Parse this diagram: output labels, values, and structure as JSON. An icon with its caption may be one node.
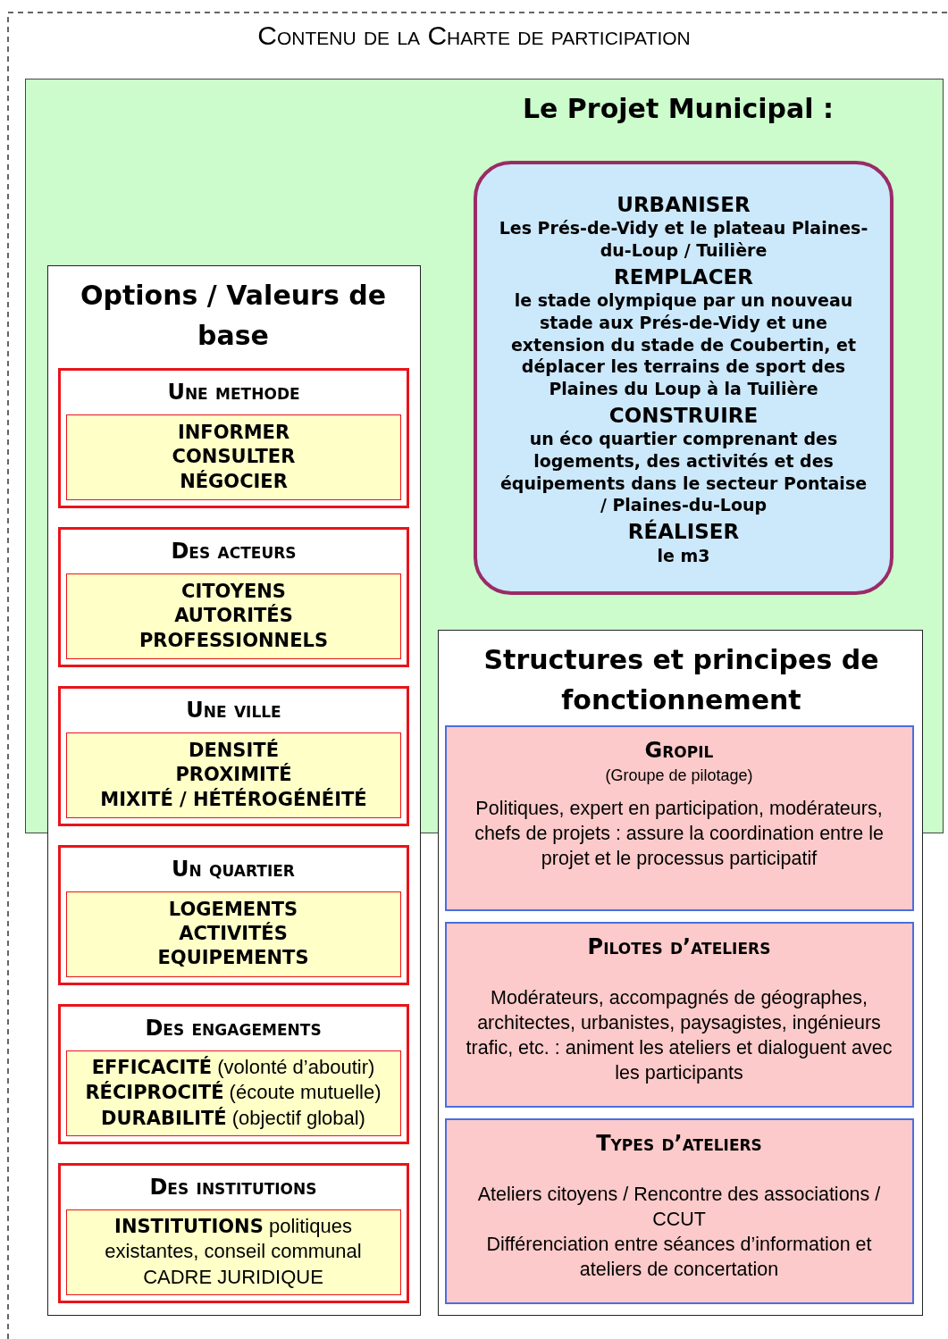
{
  "diagram": {
    "title": "Contenu de la Charte de participation",
    "nodes": [
      {
        "text": [
          "Le Projet Municipal :"
        ]
      },
      {
        "text": [
          "URBANISER",
          "Les Prés-de-Vidy et le plateau Plaines-du-Loup / Tuilière",
          "REMPLACER",
          "le stade olympique par un nouveau stade aux Prés-de-Vidy et une extension du stade de Coubertin, et déplacer les terrains de sport des Plaines du Loup à la Tuilière",
          "CONSTRUIRE",
          "un éco quartier comprenant des logements, des activités et des équipements dans le secteur Pontaise / Plaines-du-Loup",
          "RÉALISER",
          "le m3"
        ],
        "in": 0
      },
      {
        "text": [
          "Options / Valeurs de base"
        ]
      },
      {
        "text": [
          "Une methode"
        ]
      },
      {
        "text": [
          "INFORMER",
          "CONSULTER",
          "NÉGOCIER"
        ],
        "in": 3
      },
      {
        "text": [
          "Des acteurs"
        ]
      },
      {
        "text": [
          "CITOYENS",
          "AUTORITÉS",
          "PROFESSIONNELS"
        ],
        "in": 5
      },
      {
        "text": [
          "Une ville"
        ]
      },
      {
        "text": [
          "DENSITÉ",
          "PROXIMITÉ",
          "MIXITÉ  /  HÉTÉROGÉNÉITÉ"
        ],
        "in": 7
      },
      {
        "text": [
          "Un quartier"
        ],
        "in": 2
      },
      {
        "text": [
          "LOGEMENTS",
          "ACTIVITÉS",
          "EQUIPEMENTS"
        ],
        "in": 9
      },
      {
        "text": [
          "Des engagements"
        ],
        "in": 2
      },
      {
        "text": [
          "**EFFICACITÉ** (volonté d’aboutir)",
          "**RÉCIPROCITÉ** (écoute mutuelle)",
          "**DURABILITÉ** (objectif global)"
        ],
        "in": 11
      },
      {
        "text": [
          "Des institutions"
        ],
        "in": 2
      },
      {
        "text": [
          "**INSTITUTIONS** politiques existantes, conseil communal",
          "CADRE JURIDIQUE"
        ],
        "in": 13
      },
      {
        "text": [
          "Structures et principes de fonctionnement"
        ]
      },
      {
        "text": [
          "Gropil",
          "(Groupe de pilotage)",
          "Politiques, expert en participation, modérateurs, chefs de projets : assure la coordination entre le projet et le processus participatif"
        ],
        "in": 15
      },
      {
        "text": [
          "Pilotes d’ateliers",
          "Modérateurs, accompagnés de géographes, architectes, urbanistes, paysagistes, ingénieurs trafic, etc. : animent les ateliers et dialoguent avec les participants"
        ],
        "in": 15
      },
      {
        "text": [
          "Types d’ateliers",
          "Ateliers citoyens / Rencontre des associations / CCUT",
          "Différenciation entre séances d’information et ateliers de concertation"
        ],
        "in": 15
      }
    ]
  }
}
